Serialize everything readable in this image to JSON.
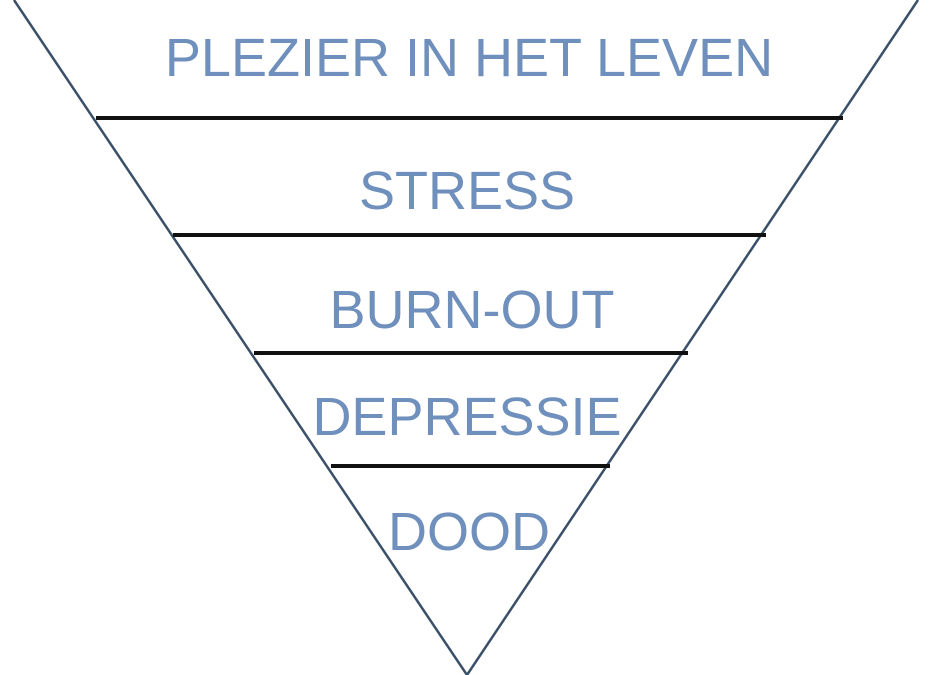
{
  "diagram": {
    "levels": [
      {
        "label": "PLEZIER IN HET LEVEN"
      },
      {
        "label": "STRESS"
      },
      {
        "label": "BURN-OUT"
      },
      {
        "label": "DEPRESSIE"
      },
      {
        "label": "DOOD"
      }
    ],
    "colors": {
      "label_text": "#6f8fbc",
      "triangle_edge": "#3a4f68",
      "divider": "#111111",
      "background": "#ffffff"
    }
  }
}
